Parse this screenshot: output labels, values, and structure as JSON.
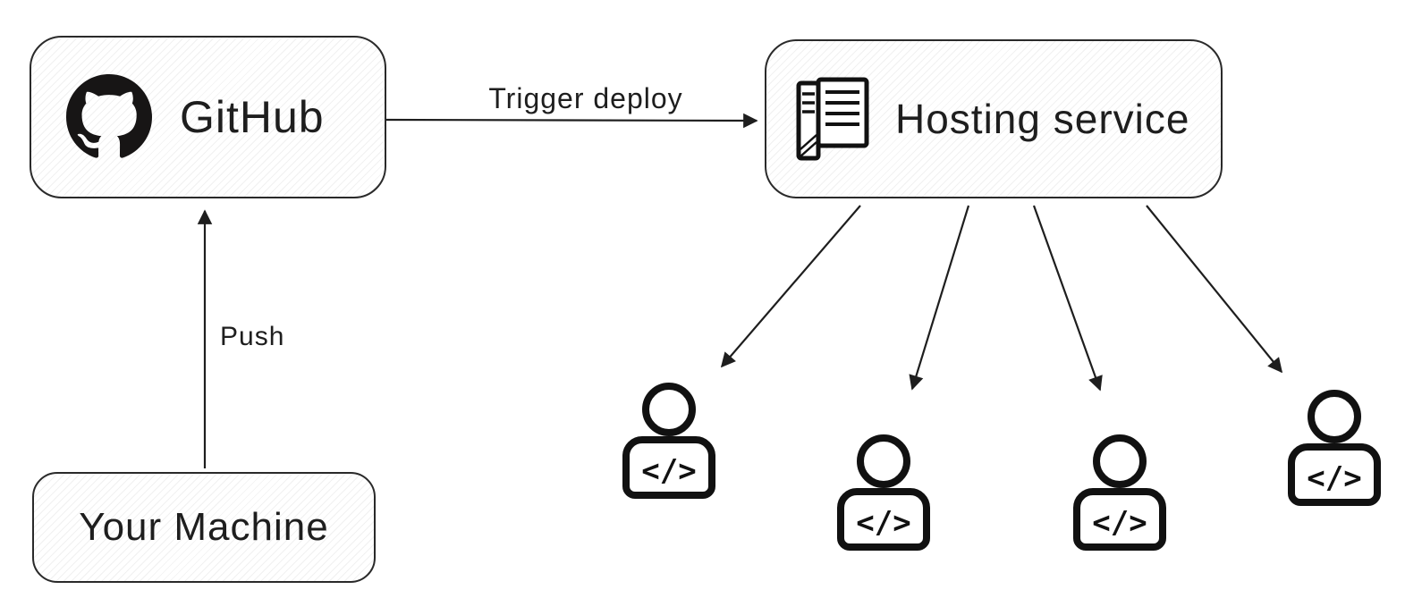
{
  "colors": {
    "stroke": "#1e1e1e",
    "node_fill": "#ffffff",
    "text": "#1e1e1e"
  },
  "nodes": {
    "github": {
      "label": "GitHub",
      "icon": "github-octocat-icon"
    },
    "hosting": {
      "label": "Hosting service",
      "icon": "hosting-server-icon"
    },
    "machine": {
      "label": "Your Machine"
    }
  },
  "edges": {
    "push": {
      "label": "Push",
      "from": "machine",
      "to": "github"
    },
    "trigger_deploy": {
      "label": "Trigger deploy",
      "from": "github",
      "to": "hosting"
    },
    "fanout_count": 4
  },
  "users": {
    "count": 4,
    "badge": "</>"
  }
}
